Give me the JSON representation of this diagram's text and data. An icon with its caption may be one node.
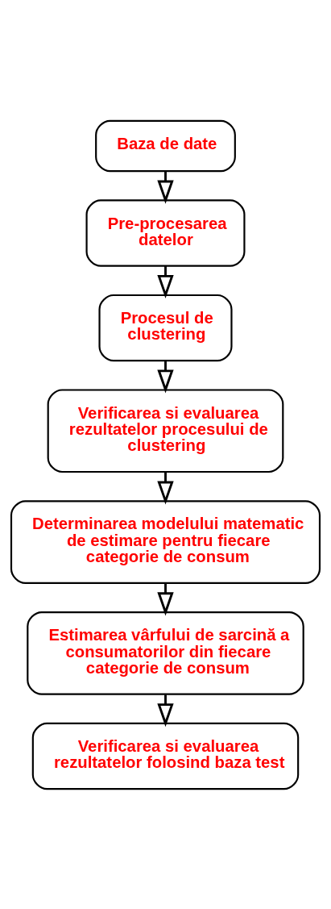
{
  "diagram": {
    "nodes": [
      {
        "text": [
          "Baza de date"
        ]
      },
      {
        "text": [
          "Pre-procesarea datelor"
        ]
      },
      {
        "text": [
          "Procesul de clustering"
        ]
      },
      {
        "text": [
          "Verificarea si evaluarea rezultatelor procesului de clustering"
        ]
      },
      {
        "text": [
          "Determinarea modelului matematic de estimare pentru fiecare categorie de consum"
        ]
      },
      {
        "text": [
          "Estimarea vârfului de sarcină a consumatorilor din fiecare categorie de consum"
        ]
      },
      {
        "text": [
          "Verificarea si evaluarea rezultatelor folosind baza test"
        ]
      }
    ],
    "edges": [
      {
        "from": 0,
        "to": 1,
        "arrow": "to"
      },
      {
        "from": 1,
        "to": 2,
        "arrow": "to"
      },
      {
        "from": 2,
        "to": 3,
        "arrow": "to"
      },
      {
        "from": 3,
        "to": 4,
        "arrow": "to"
      },
      {
        "from": 4,
        "to": 5,
        "arrow": "to"
      },
      {
        "from": 5,
        "to": 6,
        "arrow": "to"
      }
    ]
  }
}
